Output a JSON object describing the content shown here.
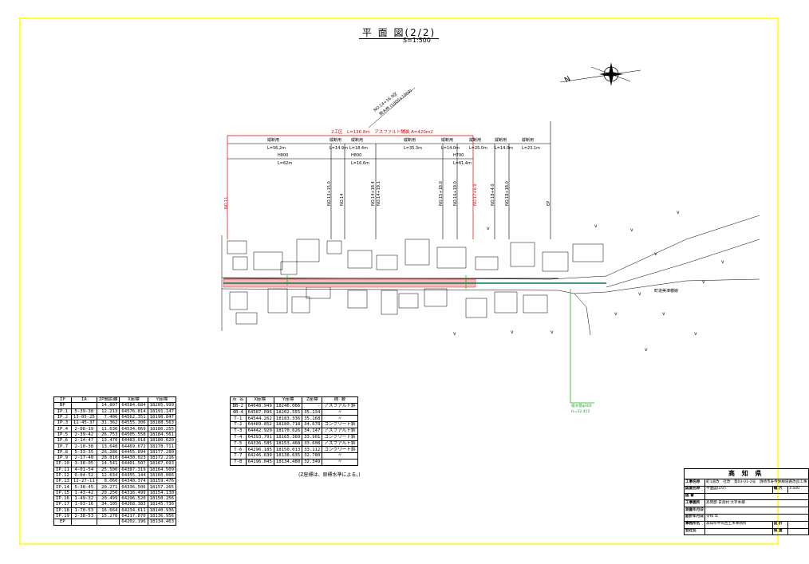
{
  "title": "平 面 図(2/2)",
  "scale": "S=1:500",
  "drawing": {
    "red_banner": "2工区　L=136.8m　アスファルト舗装 A=420m2",
    "dims_row1": [
      {
        "label": "縦断用",
        "len": "L=56.2m"
      },
      {
        "label": "縦断用",
        "len": "L=14.9m"
      },
      {
        "label": "縦断用",
        "len": "L=18.4m"
      },
      {
        "label": "縦断用",
        "len": "L=35.3m"
      },
      {
        "label": "縦断用",
        "len": "L=14.0m"
      },
      {
        "label": "縦断用",
        "len": "L=25.0m"
      },
      {
        "label": "縦断用",
        "len": "L=14.0m"
      },
      {
        "label": "縦断用",
        "len": "L=23.1m"
      }
    ],
    "dims_row2": [
      {
        "label": "H800",
        "len": "L=62m"
      },
      {
        "label": "H800",
        "len": "L=16.6m"
      },
      {
        "label": "H700",
        "len": "L=61.4m"
      }
    ],
    "stations": [
      "NO.11",
      "NO.13+15.0",
      "NO.14",
      "NO.14+18.4",
      "NO.14+19.1",
      "NO.15+18.0",
      "NO.16+19.0",
      "NO.17+6.0",
      "NO.18+4.0",
      "NO.18+18.0",
      "EP"
    ],
    "north_label": "N",
    "road_label": "町道美津穂線",
    "leader_label_1": "NO.14+16.9区",
    "leader_label_2": "雨水桝 (1000×1000)",
    "green_leader": "排水管φ300\nH=32.415"
  },
  "ip_table": {
    "headers": [
      "IP",
      "IA",
      "IP間距離",
      "X座標",
      "Y座標"
    ],
    "rows": [
      [
        "BP",
        "",
        "14.807",
        "64584.684",
        "18205.999"
      ],
      [
        "IP.1",
        "5-39-38",
        "12.213",
        "64576.814",
        "18191.147"
      ],
      [
        "IP.2",
        "13-05-25",
        "7.406",
        "64562.351",
        "18190.847"
      ],
      [
        "IP.3",
        "11-45-37",
        "31.362",
        "64555.306",
        "18188.563"
      ],
      [
        "IP.4",
        "2-08-19",
        "11.636",
        "64534.069",
        "18186.255"
      ],
      [
        "IP.5",
        "2-39-42",
        "26.753",
        "64505.558",
        "18184.561"
      ],
      [
        "IP.6",
        "2-14-47",
        "13.470",
        "64483.018",
        "18180.620"
      ],
      [
        "IP.7",
        "2-10-38",
        "13.648",
        "64469.672",
        "18178.711"
      ],
      [
        "IP.8",
        "5-33-35",
        "26.286",
        "64455.894",
        "18177.280"
      ],
      [
        "IP.9",
        "2-17-40",
        "28.810",
        "64430.023",
        "18172.216"
      ],
      [
        "IP.10",
        "3-38-05",
        "14.541",
        "64401.507",
        "18167.693"
      ],
      [
        "IP.11",
        "4-01-54",
        "25.500",
        "64387.319",
        "18164.509"
      ],
      [
        "IP.12",
        "6-04-52",
        "12.634",
        "64355.144",
        "18160.066"
      ],
      [
        "IP.13",
        "12-27-11",
        "8.060",
        "64348.374",
        "18159.476"
      ],
      [
        "IP.14",
        "5-38-45",
        "20.271",
        "64336.506",
        "18157.265"
      ],
      [
        "IP.15",
        "1-43-42",
        "20.250",
        "64316.499",
        "18154.130"
      ],
      [
        "IP.16",
        "1-49-32",
        "20.499",
        "64296.520",
        "18150.256"
      ],
      [
        "IP.17",
        "1-03-16",
        "34.105",
        "64268.383",
        "18145.736"
      ],
      [
        "IP.18",
        "1-70-53",
        "16.664",
        "64234.611",
        "18140.936"
      ],
      [
        "IP.19",
        "2-38-53",
        "15.278",
        "64217.870",
        "18136.956"
      ],
      [
        "EP",
        "",
        "",
        "64202.196",
        "18134.463"
      ]
    ]
  },
  "bm_table": {
    "headers": [
      "点 名",
      "X座標",
      "Y座標",
      "Z座標",
      "摘 要"
    ],
    "rows": [
      [
        "BB-2",
        "64648.949",
        "18246.066",
        "-",
        "アスファルト鋲"
      ],
      [
        "4B-4",
        "64587.096",
        "18202.555",
        "35.134",
        "〃"
      ],
      [
        "T-1",
        "64544.262",
        "18183.336",
        "35.168",
        "〃"
      ],
      [
        "T-2",
        "64489.852",
        "18180.718",
        "34.678",
        "コンクリート鋲"
      ],
      [
        "T-3",
        "64442.929",
        "18170.626",
        "34.147",
        "アスファルト鋲"
      ],
      [
        "T-4",
        "64393.791",
        "18165.360",
        "33.901",
        "コンクリート鋲"
      ],
      [
        "T-5",
        "64336.585",
        "18153.468",
        "33.608",
        "アスファルト鋲"
      ],
      [
        "T-6",
        "64296.185",
        "18150.013",
        "33.112",
        "コンクリート鋲"
      ],
      [
        "T-7",
        "64246.639",
        "18138.635",
        "32.780",
        "〃"
      ],
      [
        "T-8",
        "64196.045",
        "18134.480",
        "32.349",
        "〃"
      ]
    ],
    "note": "(Z座標は、原標水準による。)"
  },
  "title_block": {
    "prefecture": "高 知 県",
    "rows": [
      {
        "label": "工事名称",
        "value": "町1道改　社改　第03-01-2号　須崎市寿寺栄線道路改良工事"
      },
      {
        "label": "図面名称",
        "value": "平面図(2/2)",
        "extra_label": "縮 尺",
        "extra_value": "1:500"
      },
      {
        "label": "図 番",
        "value": ""
      },
      {
        "label": "工事箇所",
        "value": "高岡郡 日高村 大字本郷"
      },
      {
        "label": "測量年月日",
        "value": ""
      },
      {
        "label": "設計年月日",
        "value": "令和 年"
      },
      {
        "label": "事務所名",
        "value": "高知県中央西土木事務所",
        "extra_label": "設 計",
        "extra_value": ""
      },
      {
        "label": "会社名",
        "value": "",
        "extra_label": "照 査",
        "extra_value": ""
      }
    ]
  }
}
